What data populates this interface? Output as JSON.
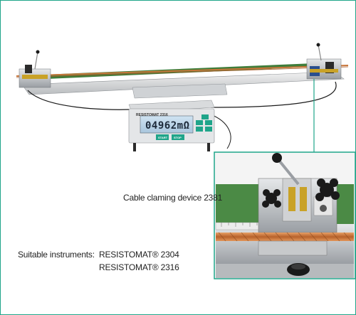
{
  "captions": {
    "device": "Cable claming device 2381",
    "instruments_label": "Suitable instruments:",
    "instrument_1": "RESISTOMAT® 2304",
    "instrument_2": "RESISTOMAT® 2316"
  },
  "meter": {
    "display": "04962mΩ",
    "brand": "RESISTOMAT 2316",
    "start_label": "START",
    "stop_label": "STOP"
  },
  "colors": {
    "frame_border": "#1fa58a",
    "accent_green": "#1fa58a",
    "track_green": "#3f7d3a",
    "copper": "#c8763a"
  }
}
